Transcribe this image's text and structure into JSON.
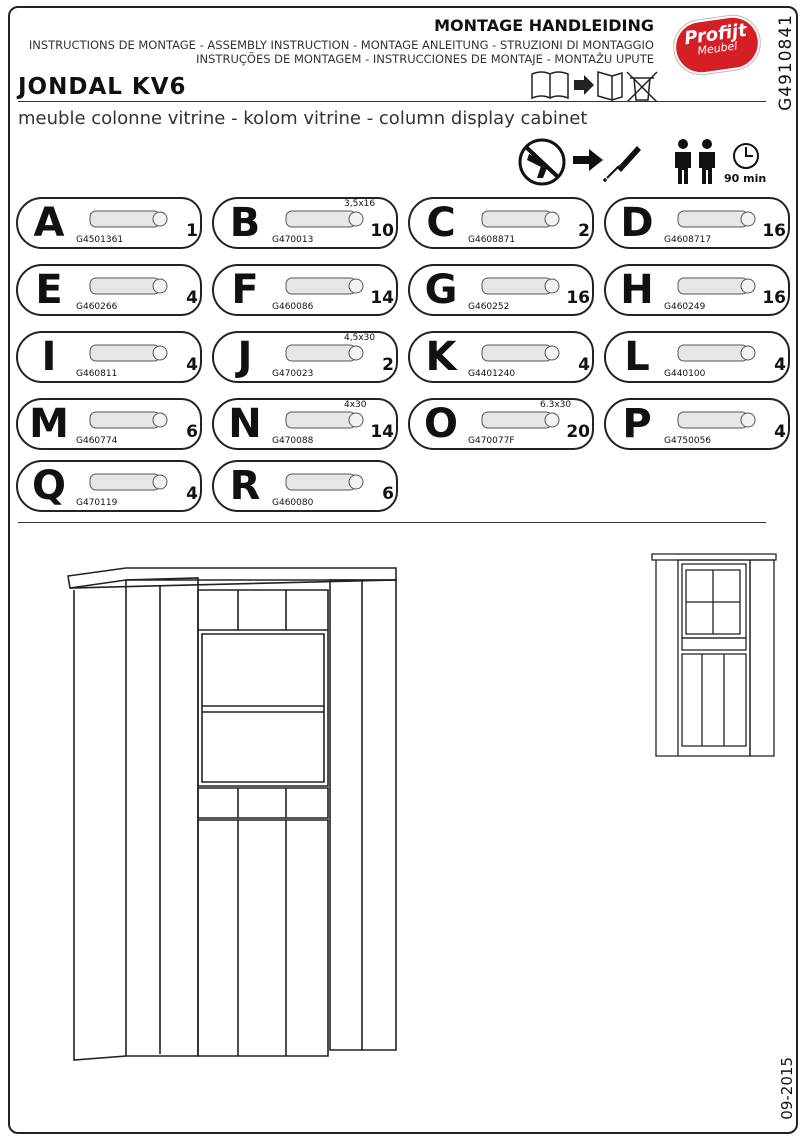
{
  "header": {
    "title": "MONTAGE HANDLEIDING",
    "languages_line1": "INSTRUCTIONS DE MONTAGE - ASSEMBLY INSTRUCTION - MONTAGE ANLEITUNG - STRUZIONI DI MONTAGGIO",
    "languages_line2": "INSTRUÇÕES DE MONTAGEM - INSTRUCCIONES DE MONTAJE - MONTAŽU UPUTE",
    "model": "JONDAL KV6",
    "subtitle": "meuble colonne vitrine - kolom vitrine - column display cabinet"
  },
  "logo": {
    "line1": "Profijt",
    "line2": "Meubel",
    "color": "#d41f26"
  },
  "side": {
    "doc_code": "G4910841",
    "date": "09-2015"
  },
  "tools": {
    "time": "90 min",
    "icons": [
      "no-power-drill-icon",
      "screwdriver-icon",
      "two-persons-icon",
      "clock-icon"
    ]
  },
  "parts": [
    {
      "letter": "A",
      "code": "G4501361",
      "qty": "1",
      "dim": ""
    },
    {
      "letter": "B",
      "code": "G470013",
      "qty": "10",
      "dim": "3,5x16"
    },
    {
      "letter": "C",
      "code": "G4608871",
      "qty": "2",
      "dim": ""
    },
    {
      "letter": "D",
      "code": "G4608717",
      "qty": "16",
      "dim": ""
    },
    {
      "letter": "E",
      "code": "G460266",
      "qty": "4",
      "dim": ""
    },
    {
      "letter": "F",
      "code": "G460086",
      "qty": "14",
      "dim": ""
    },
    {
      "letter": "G",
      "code": "G460252",
      "qty": "16",
      "dim": ""
    },
    {
      "letter": "H",
      "code": "G460249",
      "qty": "16",
      "dim": ""
    },
    {
      "letter": "I",
      "code": "G460811",
      "qty": "4",
      "dim": ""
    },
    {
      "letter": "J",
      "code": "G470023",
      "qty": "2",
      "dim": "4,5x30"
    },
    {
      "letter": "K",
      "code": "G4401240",
      "qty": "4",
      "dim": ""
    },
    {
      "letter": "L",
      "code": "G440100",
      "qty": "4",
      "dim": ""
    },
    {
      "letter": "M",
      "code": "G460774",
      "qty": "6",
      "dim": ""
    },
    {
      "letter": "N",
      "code": "G470088",
      "qty": "14",
      "dim": "4x30"
    },
    {
      "letter": "O",
      "code": "G470077F",
      "qty": "20",
      "dim": "6.3x30"
    },
    {
      "letter": "P",
      "code": "G4750056",
      "qty": "4",
      "dim": ""
    },
    {
      "letter": "Q",
      "code": "G470119",
      "qty": "4",
      "dim": ""
    },
    {
      "letter": "R",
      "code": "G460080",
      "qty": "6",
      "dim": ""
    }
  ]
}
